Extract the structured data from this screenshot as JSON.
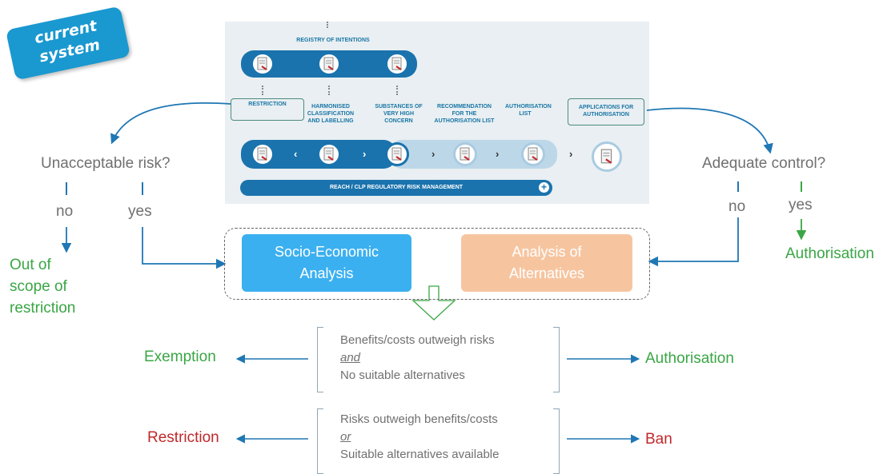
{
  "badge": {
    "line1": "current",
    "line2": "system"
  },
  "panel": {
    "registry_label": "REGISTRY OF INTENTIONS",
    "steps": [
      {
        "label": "RESTRICTION"
      },
      {
        "label": "HARMONISED CLASSIFICATION AND LABELLING"
      },
      {
        "label": "SUBSTANCES OF VERY HIGH CONCERN"
      },
      {
        "label": "RECOMMENDATION FOR THE AUTHORISATION LIST"
      },
      {
        "label": "AUTHORISATION LIST"
      },
      {
        "label": "APPLICATIONS FOR AUTHORISATION"
      }
    ],
    "risk_management_label": "REACH / CLP REGULATORY RISK MANAGEMENT",
    "plus_symbol": "+",
    "arrow_left": "‹",
    "arrow_right": "›"
  },
  "left_branch": {
    "question": "Unacceptable risk?",
    "no": "no",
    "yes": "yes",
    "out_of_scope": [
      "Out of",
      "scope of",
      "restriction"
    ]
  },
  "right_branch": {
    "question": "Adequate control?",
    "no": "no",
    "yes": "yes",
    "outcome": "Authorisation"
  },
  "analysis": {
    "sea": [
      "Socio-Economic",
      "Analysis"
    ],
    "aoa": [
      "Analysis of",
      "Alternatives"
    ]
  },
  "outcome_1": {
    "line1": "Benefits/costs outweigh risks",
    "connector": "and",
    "line3": "No suitable alternatives",
    "left": "Exemption",
    "right": "Authorisation"
  },
  "outcome_2": {
    "line1": "Risks outweigh benefits/costs",
    "connector": "or",
    "line3": "Suitable alternatives available",
    "left": "Restriction",
    "right": "Ban"
  },
  "colors": {
    "blue": "#1a73ad",
    "badge_blue": "#1a98d0",
    "green": "#3aa645",
    "red": "#c0282b",
    "sea_blue": "#3bb0f0",
    "aoa_peach": "#f6c5a0"
  }
}
